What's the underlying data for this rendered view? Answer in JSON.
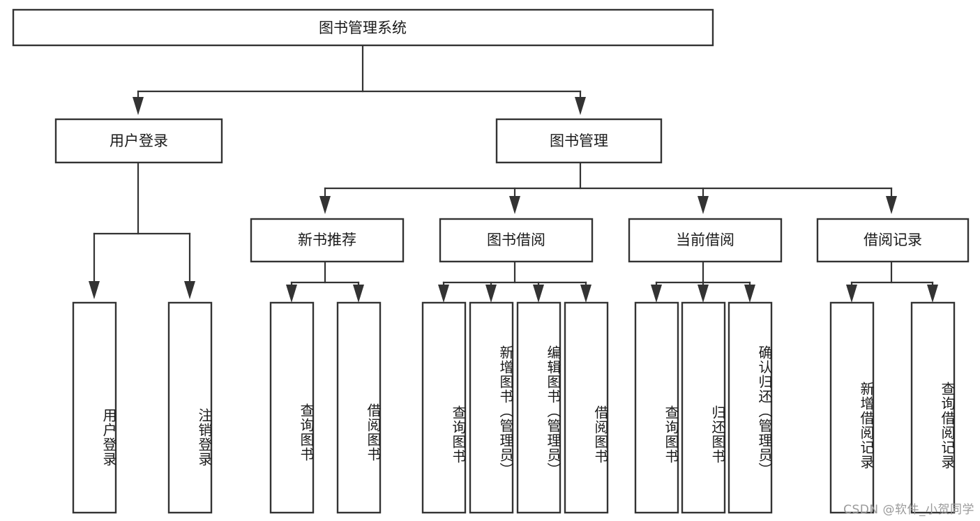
{
  "diagram": {
    "type": "tree",
    "title": "图书管理系统",
    "root": {
      "id": "root",
      "label": "图书管理系统",
      "orientation": "horizontal"
    },
    "level2": [
      {
        "id": "user-login",
        "label": "用户登录",
        "orientation": "horizontal"
      },
      {
        "id": "book-manage",
        "label": "图书管理",
        "orientation": "horizontal"
      }
    ],
    "level3": [
      {
        "id": "new-book-recommend",
        "label": "新书推荐",
        "parent": "book-manage",
        "orientation": "horizontal"
      },
      {
        "id": "book-borrow",
        "label": "图书借阅",
        "parent": "book-manage",
        "orientation": "horizontal"
      },
      {
        "id": "current-borrow",
        "label": "当前借阅",
        "parent": "book-manage",
        "orientation": "horizontal"
      },
      {
        "id": "borrow-record",
        "label": "借阅记录",
        "parent": "book-manage",
        "orientation": "horizontal"
      }
    ],
    "leaves": [
      {
        "id": "leaf-user-login",
        "label": "用户登录",
        "parent": "user-login",
        "orientation": "vertical"
      },
      {
        "id": "leaf-logout",
        "label": "注销登录",
        "parent": "user-login",
        "orientation": "vertical"
      },
      {
        "id": "leaf-query-book-1",
        "label": "查询图书",
        "parent": "new-book-recommend",
        "orientation": "vertical"
      },
      {
        "id": "leaf-borrow-book-1",
        "label": "借阅图书",
        "parent": "new-book-recommend",
        "orientation": "vertical"
      },
      {
        "id": "leaf-query-book-2",
        "label": "查询图书",
        "parent": "book-borrow",
        "orientation": "vertical"
      },
      {
        "id": "leaf-add-book",
        "label": "新增图书（管理员）",
        "parent": "book-borrow",
        "orientation": "vertical"
      },
      {
        "id": "leaf-edit-book",
        "label": "编辑图书（管理员）",
        "parent": "book-borrow",
        "orientation": "vertical"
      },
      {
        "id": "leaf-borrow-book-2",
        "label": "借阅图书",
        "parent": "book-borrow",
        "orientation": "vertical"
      },
      {
        "id": "leaf-query-book-3",
        "label": "查询图书",
        "parent": "current-borrow",
        "orientation": "vertical"
      },
      {
        "id": "leaf-return-book",
        "label": "归还图书",
        "parent": "current-borrow",
        "orientation": "vertical"
      },
      {
        "id": "leaf-confirm-return",
        "label": "确认归还（管理员）",
        "parent": "current-borrow",
        "orientation": "vertical"
      },
      {
        "id": "leaf-add-record",
        "label": "新增借阅记录",
        "parent": "borrow-record",
        "orientation": "vertical"
      },
      {
        "id": "leaf-query-record",
        "label": "查询借阅记录",
        "parent": "borrow-record",
        "orientation": "vertical"
      }
    ],
    "colors": {
      "box_fill": "#ffffff",
      "box_stroke": "#333333",
      "connector": "#333333",
      "text": "#1a1a1a",
      "watermark": "#9a9a9a",
      "background": "#ffffff"
    }
  },
  "watermark": {
    "text": "CSDN @软件_小贺同学"
  }
}
